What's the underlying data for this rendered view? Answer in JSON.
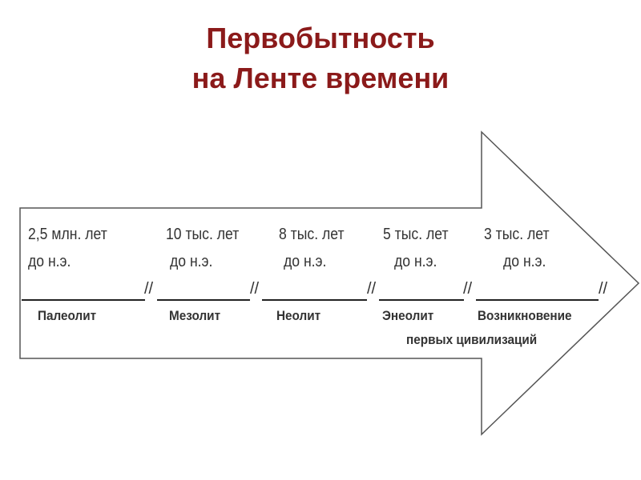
{
  "title": {
    "line1": "Первобытность",
    "line2": "на Ленте времени"
  },
  "timeline": {
    "marks": [
      {
        "date_line1": "2,5 млн. лет",
        "date_line2": "до н.э."
      },
      {
        "date_line1": "10 тыс. лет",
        "date_line2": "до н.э."
      },
      {
        "date_line1": "8 тыс. лет",
        "date_line2": "до н.э."
      },
      {
        "date_line1": "5 тыс. лет",
        "date_line2": "до н.э."
      },
      {
        "date_line1": "3 тыс. лет",
        "date_line2": "до н.э."
      }
    ],
    "periods": [
      {
        "label": "Палеолит"
      },
      {
        "label": "Мезолит"
      },
      {
        "label": "Неолит"
      },
      {
        "label": "Энеолит"
      },
      {
        "label": "Возникновение",
        "label_line2": "первых цивилизаций"
      }
    ],
    "separator": "//"
  },
  "colors": {
    "title": "#8b1a1a",
    "text": "#333333",
    "arrow_stroke": "#555555"
  }
}
